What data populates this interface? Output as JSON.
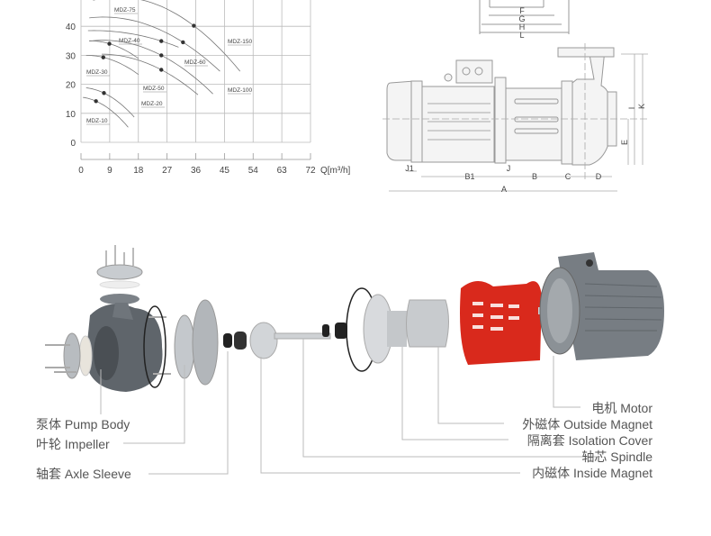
{
  "chart_data": {
    "type": "line",
    "title": "",
    "xlabel": "Q[m³/h]",
    "ylabel": "",
    "xlim": [
      0,
      72
    ],
    "ylim": [
      0,
      50
    ],
    "x_ticks": [
      "0",
      "9",
      "18",
      "27",
      "36",
      "45",
      "54",
      "63",
      "72"
    ],
    "y_ticks": [
      "0",
      "10",
      "20",
      "30",
      "40"
    ],
    "grid": true,
    "series": [
      {
        "name": "MDZ-10",
        "x": [
          0.6,
          4.7,
          14.8
        ],
        "y": [
          15.5,
          14.2,
          5.2
        ],
        "dot": [
          4.7,
          14.2
        ]
      },
      {
        "name": "MDZ-20",
        "x": [
          1.6,
          7.2,
          16.7
        ],
        "y": [
          18.8,
          17,
          8.7
        ],
        "dot": [
          7.2,
          17
        ]
      },
      {
        "name": "MDZ-30",
        "x": [
          1.6,
          7,
          18
        ],
        "y": [
          30,
          29.3,
          23.4
        ],
        "dot": [
          7,
          29.3
        ]
      },
      {
        "name": "MDZ-40",
        "x": [
          2.6,
          8.9,
          18
        ],
        "y": [
          35,
          34,
          28.9
        ],
        "dot": [
          8.9,
          34
        ]
      },
      {
        "name": "MDZ-50",
        "x": [
          6.5,
          25.2,
          36.7
        ],
        "y": [
          30.4,
          25,
          16.4
        ],
        "dot": [
          25.2,
          25
        ]
      },
      {
        "name": "MDZ-60",
        "x": [
          2.6,
          25.2,
          41.4
        ],
        "y": [
          34.9,
          30,
          16.7
        ],
        "dot": [
          25.2,
          30
        ]
      },
      {
        "name": "MDZ-75",
        "x": [
          2.2,
          25.2,
          30.6
        ],
        "y": [
          38.5,
          34.9,
          32.8
        ],
        "dot": [
          25.2,
          34.9
        ]
      },
      {
        "name": "MDZ-100",
        "x": [
          2.6,
          32,
          43.6
        ],
        "y": [
          42.9,
          34.5,
          24.5
        ],
        "dot": [
          32,
          34.5
        ]
      },
      {
        "name": "MDZ-150",
        "x": [
          3.8,
          35.4,
          49.9
        ],
        "y": [
          49,
          40.2,
          24.5
        ],
        "dot": [
          35.4,
          40.2
        ]
      }
    ]
  },
  "dimensions": {
    "labels": [
      "F",
      "G",
      "H",
      "L",
      "A",
      "B1",
      "B",
      "C",
      "D",
      "J1",
      "J",
      "E",
      "I",
      "K"
    ]
  },
  "parts": {
    "left": [
      {
        "label": "泵体 Pump Body"
      },
      {
        "label": "叶轮 Impeller"
      },
      {
        "label": "轴套 Axle Sleeve"
      }
    ],
    "right": [
      {
        "label": "电机 Motor"
      },
      {
        "label": "外磁体 Outside Magnet"
      },
      {
        "label": "隔离套 Isolation Cover"
      },
      {
        "label": "轴芯 Spindle"
      },
      {
        "label": "内磁体 Inside Magnet"
      }
    ]
  },
  "colors": {
    "accent_red": "#d9291c",
    "grid": "#bbbbbb",
    "line": "#888888"
  }
}
